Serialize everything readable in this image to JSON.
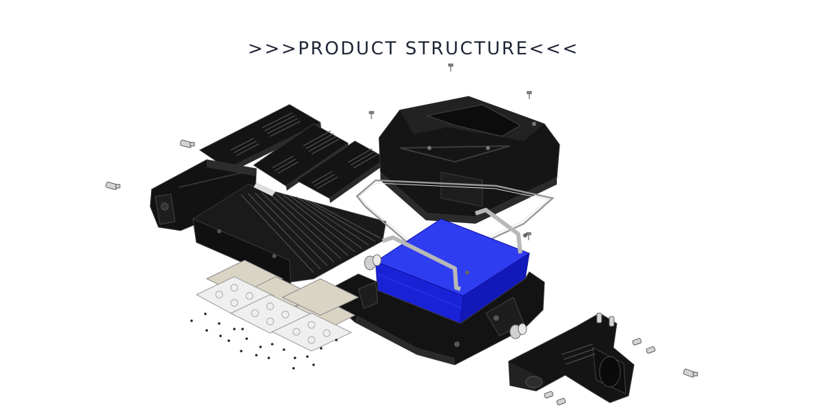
{
  "header": {
    "title": ">>>PRODUCT STRUCTURE<<<"
  },
  "colors": {
    "housing": "#141414",
    "housing_edge": "#3a3a3a",
    "battery": "#1a22d6",
    "battery_top": "#2f3df0",
    "bracket": "#c8c8c8",
    "pcb": "#d9d4c4",
    "lens": "#eeeeee"
  },
  "parts": [
    {
      "name": "top-cover",
      "icon": "cover"
    },
    {
      "name": "top-cover-screws",
      "icon": "screw"
    },
    {
      "name": "cover-gasket",
      "icon": "gasket"
    },
    {
      "name": "battery-pack",
      "icon": "battery"
    },
    {
      "name": "battery-brackets",
      "icon": "bracket"
    },
    {
      "name": "bottom-housing",
      "icon": "housing"
    },
    {
      "name": "cable-glands",
      "icon": "gland"
    },
    {
      "name": "heat-sink-covers",
      "icon": "plate"
    },
    {
      "name": "heat-sink-fins",
      "icon": "fins"
    },
    {
      "name": "lamp-body",
      "icon": "body"
    },
    {
      "name": "led-boards",
      "icon": "pcb"
    },
    {
      "name": "lens-arrays",
      "icon": "lens"
    },
    {
      "name": "mounting-bracket",
      "icon": "bracket"
    },
    {
      "name": "loose-screws",
      "icon": "screw"
    }
  ]
}
